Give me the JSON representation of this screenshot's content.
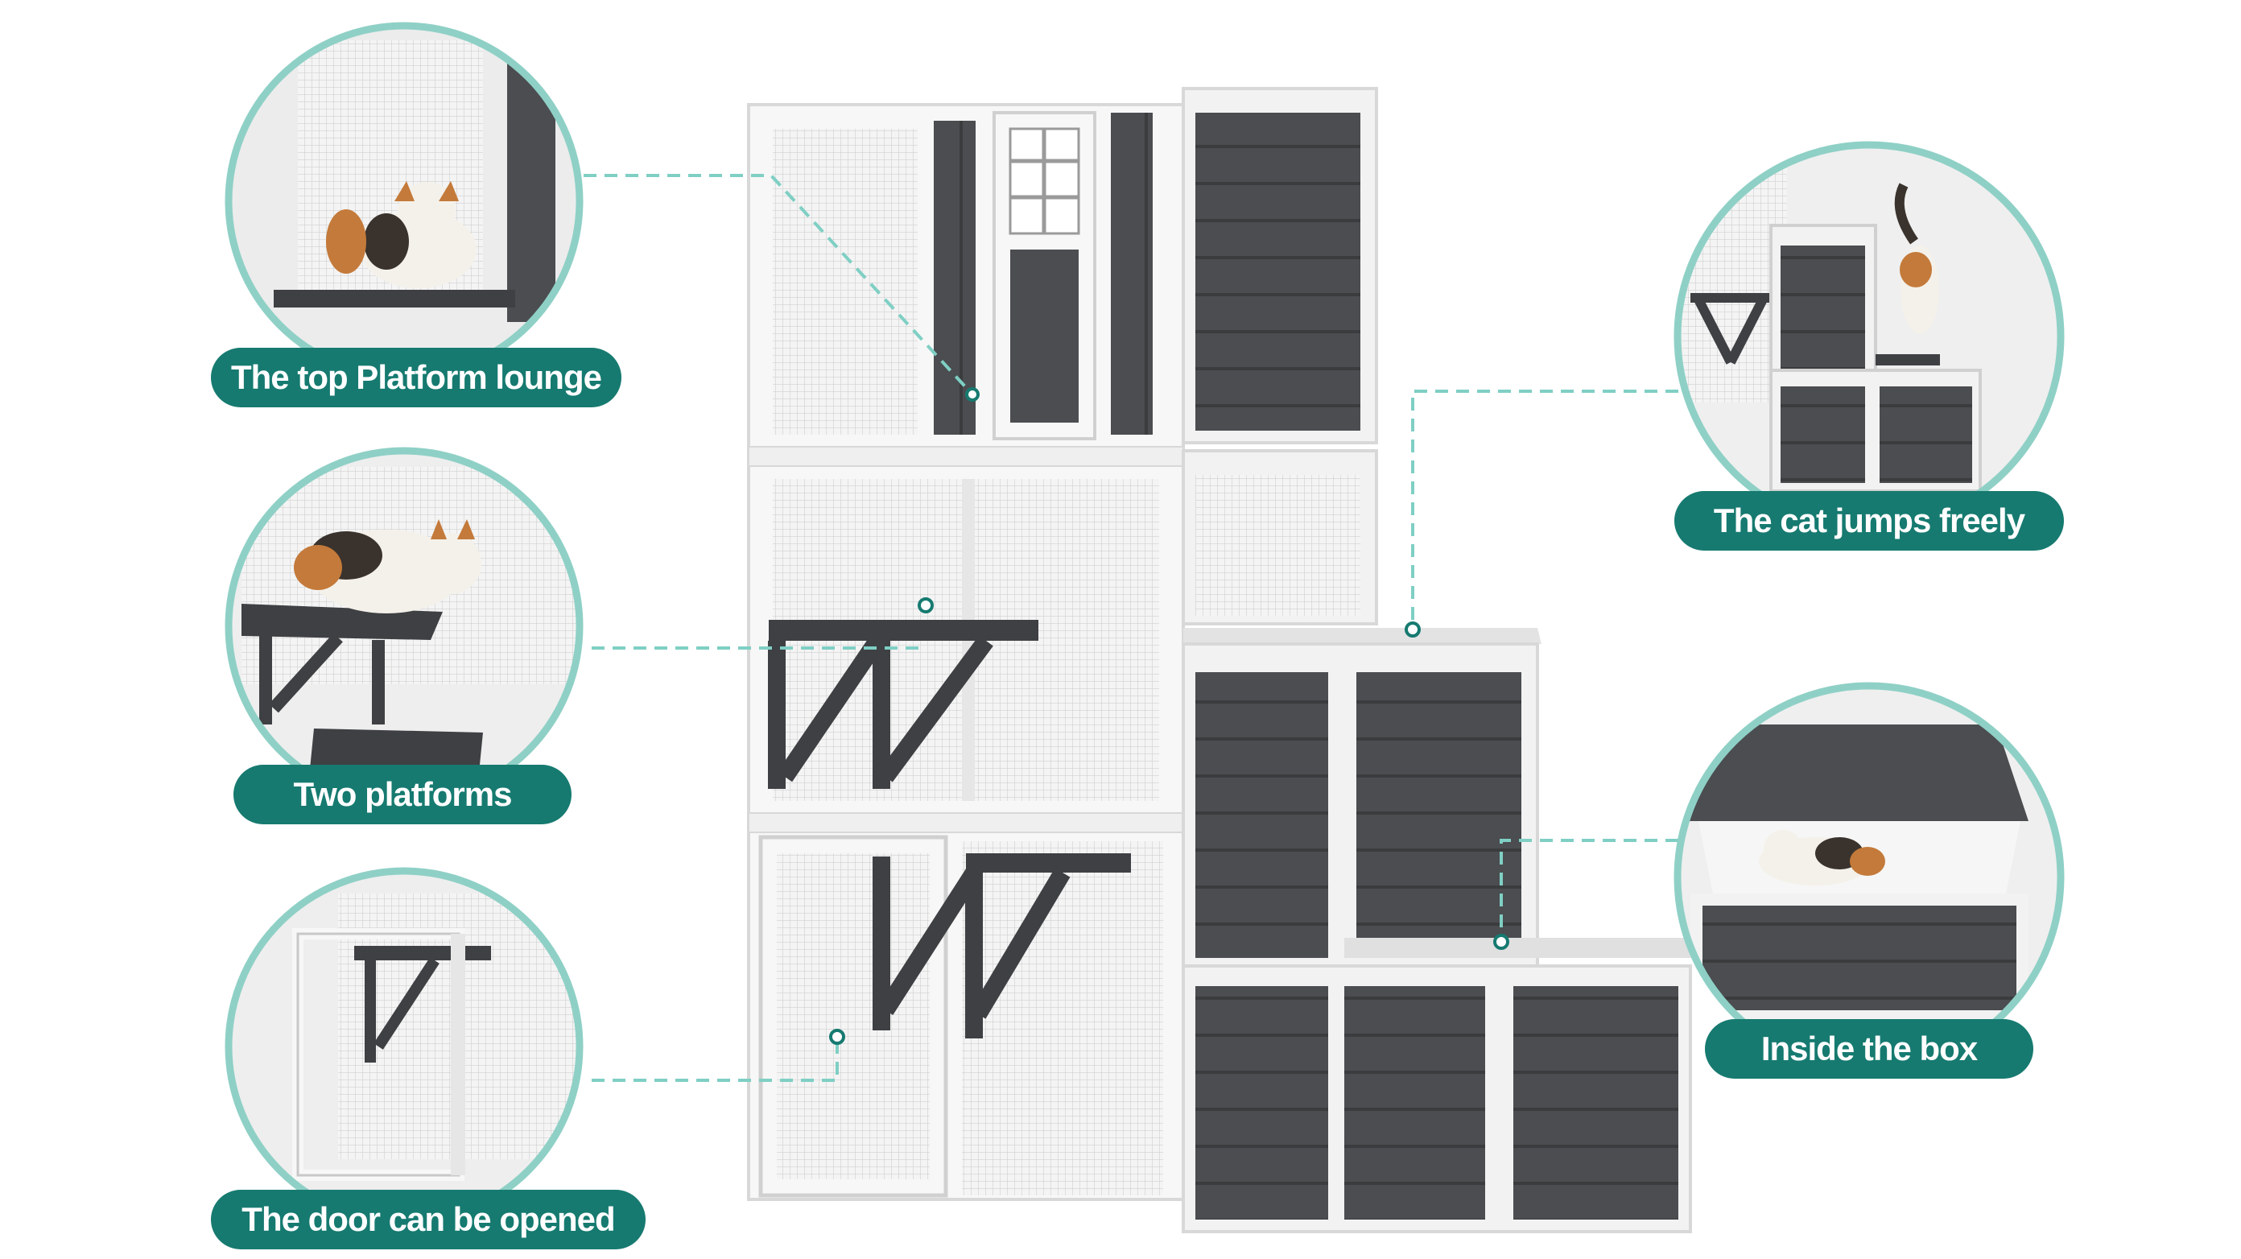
{
  "callouts": {
    "top_lounge": {
      "label": "The top Platform lounge"
    },
    "two_platforms": {
      "label": "Two platforms"
    },
    "door_opened": {
      "label": "The door can be opened"
    },
    "cat_jumps": {
      "label": "The cat jumps freely"
    },
    "inside_box": {
      "label": "Inside the box"
    }
  },
  "colors": {
    "accent": "#167a70",
    "ring": "#8fd0c6",
    "panel": "#4b4d50",
    "frame": "#f2f2f2",
    "mesh": "#e9e9e9"
  }
}
